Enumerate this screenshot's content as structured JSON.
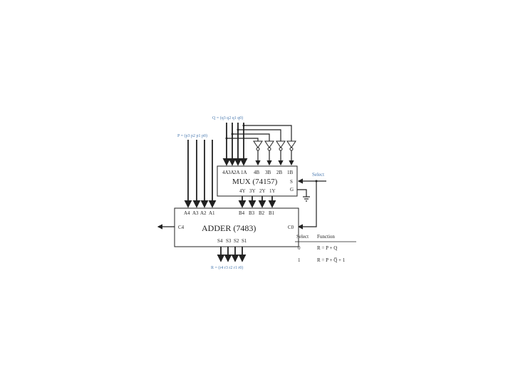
{
  "inputs": {
    "q_label": "Q = (q3  q2  q1  q0)",
    "p_label": "P = (p3  p2  p1  p0)",
    "select_label": "Select",
    "r_label": "R = (r4 r3 r2 r1 r0)"
  },
  "mux": {
    "title": "MUX (74157)",
    "inputs": [
      "4A",
      "3A",
      "2A",
      "1A",
      "4B",
      "3B",
      "2B",
      "1B"
    ],
    "outputs": [
      "4Y",
      "3Y",
      "2Y",
      "1Y"
    ],
    "s_label": "S",
    "g_label": "G"
  },
  "adder": {
    "title": "ADDER (7483)",
    "a_inputs": [
      "A4",
      "A3",
      "A2",
      "A1"
    ],
    "b_inputs": [
      "B4",
      "B3",
      "B2",
      "B1"
    ],
    "sums": [
      "S4",
      "S3",
      "S2",
      "S1"
    ],
    "c4": "C4",
    "c0": "C0"
  },
  "function_table": {
    "headers": [
      "Select",
      "Function"
    ],
    "rows": [
      {
        "select": "0",
        "function": "R = P + Q"
      },
      {
        "select": "1",
        "function": "R = P + Q̅ + 1"
      }
    ]
  },
  "colors": {
    "line": "#222222",
    "label_blue": "#4a7ab0"
  }
}
